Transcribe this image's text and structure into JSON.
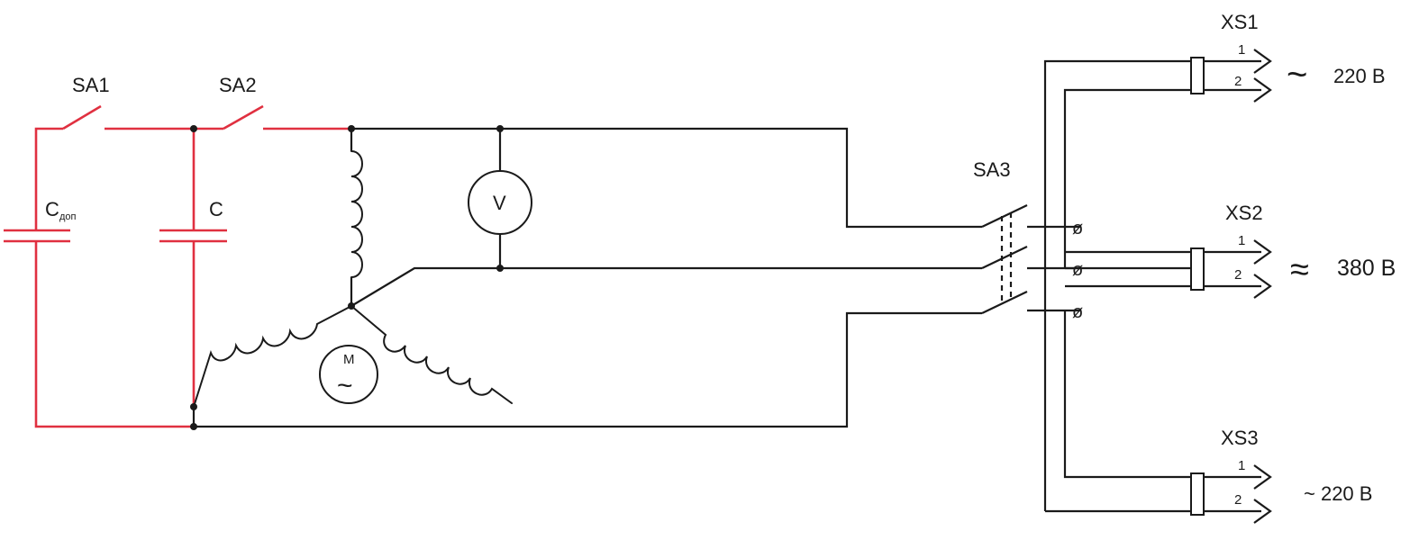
{
  "colors": {
    "wire": "#1a1a1a",
    "capacitor_circuit": "#e03040",
    "background": "#ffffff"
  },
  "labels": {
    "sa1": "SA1",
    "sa2": "SA2",
    "sa3": "SA3",
    "c_extra_main": "C",
    "c_extra_sub": "доп",
    "c": "C",
    "voltmeter": "V",
    "motor_top": "M",
    "motor_ac": "~",
    "xs1": "XS1",
    "xs2": "XS2",
    "xs3": "XS3",
    "pin1": "1",
    "pin2": "2",
    "ac_single": "~",
    "ac_three": "≈",
    "v220_top": "220 В",
    "v380": "380 В",
    "v220_bottom": "~ 220 В",
    "fuse": "ø"
  },
  "icons": [
    "switch",
    "capacitor",
    "inductor-coil",
    "voltmeter",
    "motor",
    "socket",
    "fuse"
  ]
}
